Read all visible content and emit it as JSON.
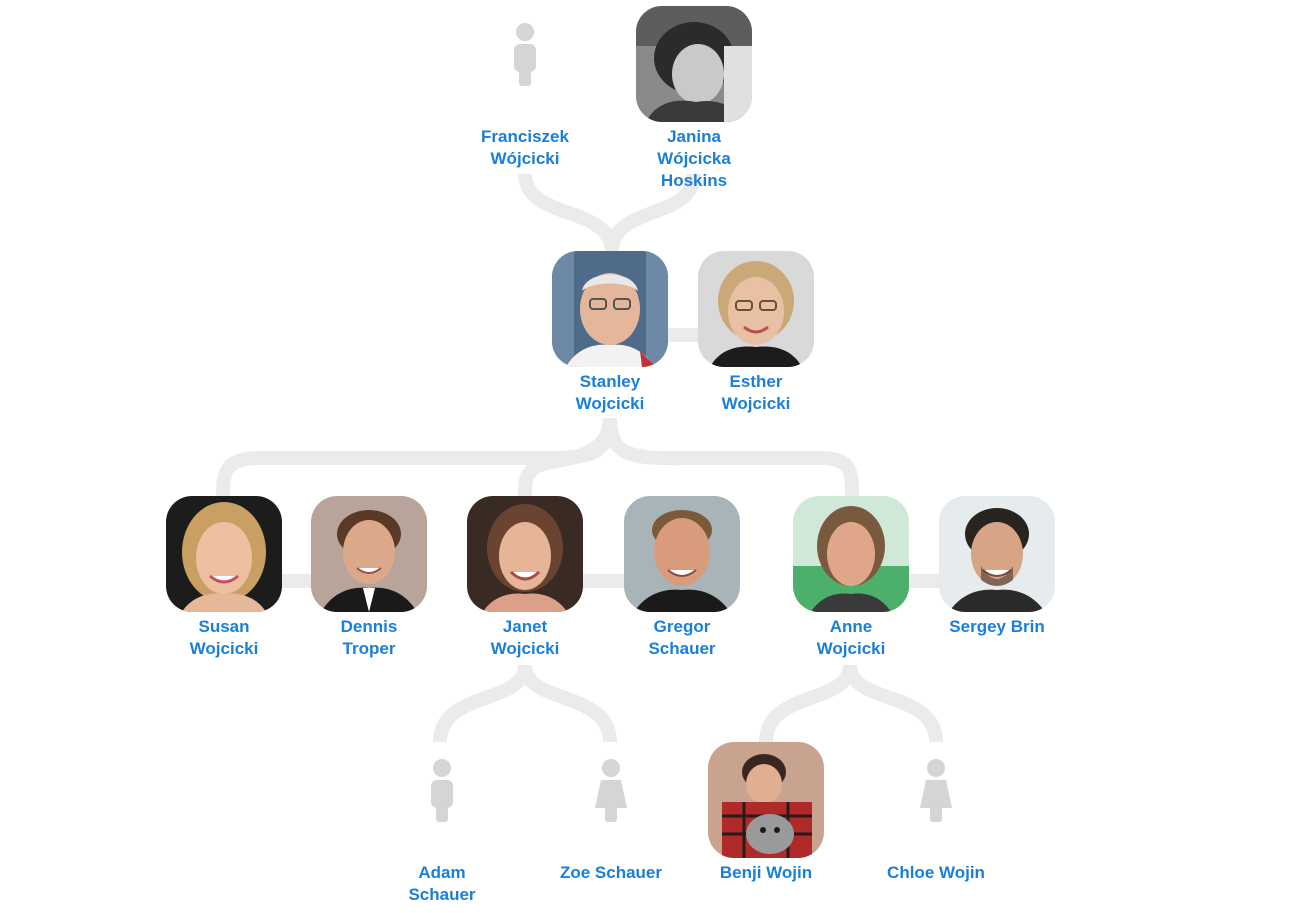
{
  "colors": {
    "name_link": "#1a7fd9",
    "connector": "#ebebeb",
    "placeholder_icon": "#d5d5d5"
  },
  "people": {
    "franciszek": {
      "name_lines": [
        "Franciszek",
        "Wójcicki"
      ],
      "avatar": "placeholder-male-icon"
    },
    "janina": {
      "name_lines": [
        "Janina",
        "Wójcicka",
        "Hoskins"
      ],
      "avatar": "photo"
    },
    "stanley": {
      "name_lines": [
        "Stanley",
        "Wojcicki"
      ],
      "avatar": "photo"
    },
    "esther": {
      "name_lines": [
        "Esther",
        "Wojcicki"
      ],
      "avatar": "photo"
    },
    "susan": {
      "name_lines": [
        "Susan",
        "Wojcicki"
      ],
      "avatar": "photo"
    },
    "dennis": {
      "name_lines": [
        "Dennis",
        "Troper"
      ],
      "avatar": "photo"
    },
    "janet": {
      "name_lines": [
        "Janet",
        "Wojcicki"
      ],
      "avatar": "photo"
    },
    "gregor": {
      "name_lines": [
        "Gregor",
        "Schauer"
      ],
      "avatar": "photo"
    },
    "anne": {
      "name_lines": [
        "Anne",
        "Wojcicki"
      ],
      "avatar": "photo"
    },
    "sergey": {
      "name_lines": [
        "Sergey Brin"
      ],
      "avatar": "photo"
    },
    "adam": {
      "name_lines": [
        "Adam",
        "Schauer"
      ],
      "avatar": "placeholder-male-icon"
    },
    "zoe": {
      "name_lines": [
        "Zoe Schauer"
      ],
      "avatar": "placeholder-female-icon"
    },
    "benji": {
      "name_lines": [
        "Benji Wojin"
      ],
      "avatar": "photo"
    },
    "chloe": {
      "name_lines": [
        "Chloe Wojin"
      ],
      "avatar": "placeholder-female-icon"
    }
  }
}
